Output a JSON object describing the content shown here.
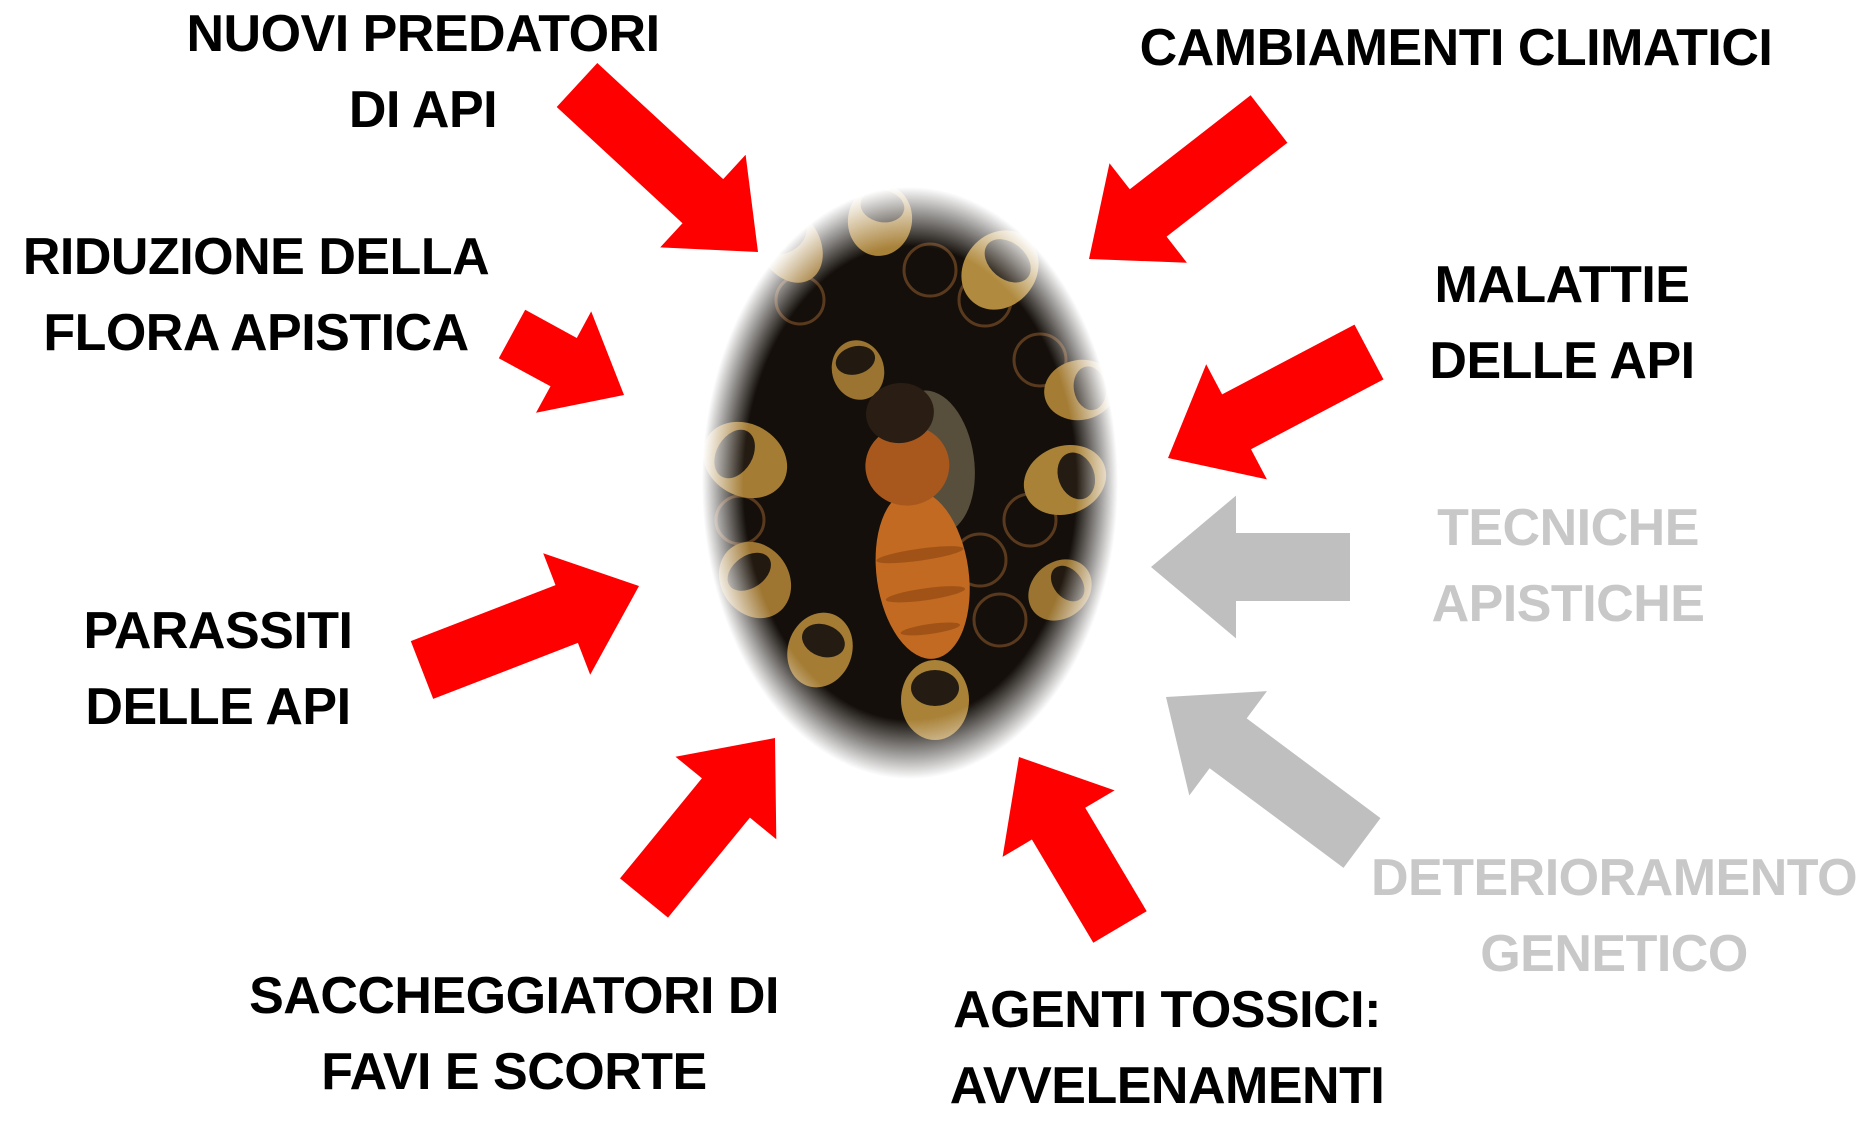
{
  "diagram": {
    "center_image": {
      "icon": "queen-bee-photo",
      "alt": ""
    },
    "colors": {
      "active_arrow": "#ff0000",
      "inactive_arrow": "#bfbfbf",
      "active_text": "#000000",
      "inactive_text": "#c8c8c8"
    },
    "factors": [
      {
        "id": "predatori",
        "lines": [
          "NUOVI PREDATORI",
          "DI API"
        ],
        "status": "active"
      },
      {
        "id": "clima",
        "lines": [
          "CAMBIAMENTI CLIMATICI"
        ],
        "status": "active"
      },
      {
        "id": "flora",
        "lines": [
          "RIDUZIONE DELLA",
          "FLORA APISTICA"
        ],
        "status": "active"
      },
      {
        "id": "malattie",
        "lines": [
          "MALATTIE",
          "DELLE API"
        ],
        "status": "active"
      },
      {
        "id": "tecniche",
        "lines": [
          "TECNICHE",
          "APISTICHE"
        ],
        "status": "inactive"
      },
      {
        "id": "parassiti",
        "lines": [
          "PARASSITI",
          "DELLE API"
        ],
        "status": "active"
      },
      {
        "id": "genetico",
        "lines": [
          "DETERIORAMENTO",
          "GENETICO"
        ],
        "status": "inactive"
      },
      {
        "id": "saccheggiatori",
        "lines": [
          "SACCHEGGIATORI DI",
          "FAVI E SCORTE"
        ],
        "status": "active"
      },
      {
        "id": "tossici",
        "lines": [
          "AGENTI TOSSICI:",
          "AVVELENAMENTI"
        ],
        "status": "active"
      }
    ]
  }
}
